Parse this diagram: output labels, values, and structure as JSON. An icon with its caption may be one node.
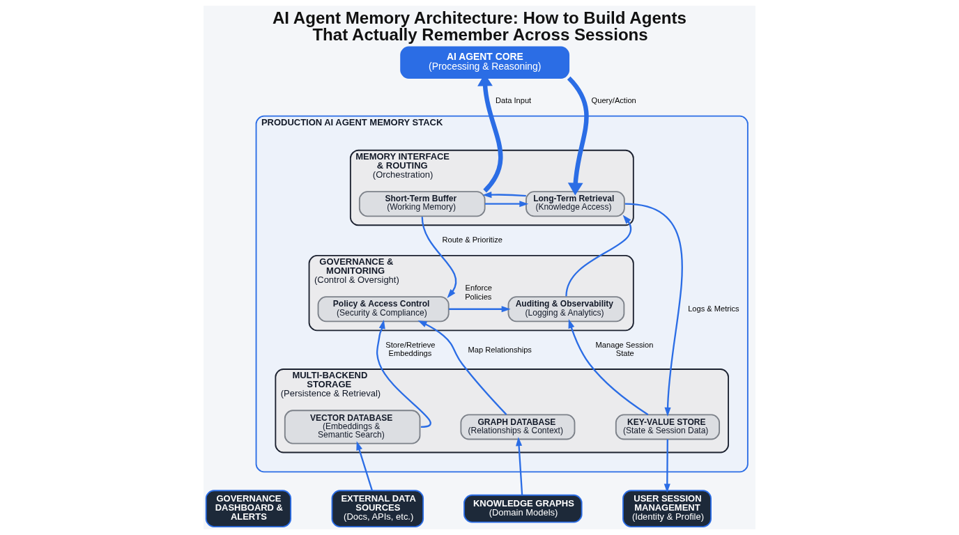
{
  "diagram": {
    "title": "AI Agent Memory Architecture: How to Build Agents That Actually Remember Across Sessions",
    "nodes": [
      {
        "text": [
          "AI AGENT CORE",
          "(Processing & Reasoning)"
        ]
      },
      {
        "text": [
          "PRODUCTION AI AGENT MEMORY STACK"
        ]
      },
      {
        "text": [
          "MEMORY INTERFACE & ROUTING",
          "(Orchestration)"
        ],
        "in": 1
      },
      {
        "text": [
          "Short-Term Buffer",
          "(Working Memory)"
        ],
        "in": 2
      },
      {
        "text": [
          "Long-Term Retrieval",
          "(Knowledge Access)"
        ],
        "in": 2
      },
      {
        "text": [
          "GOVERNANCE & MONITORING",
          "(Control & Oversight)"
        ],
        "in": 1
      },
      {
        "text": [
          "Policy & Access Control",
          "(Security & Compliance)"
        ],
        "in": 5
      },
      {
        "text": [
          "Auditing & Observability",
          "(Logging & Analytics)"
        ],
        "in": 5
      },
      {
        "text": [
          "MULTI-BACKEND STORAGE",
          "(Persistence & Retrieval)"
        ],
        "in": 1
      },
      {
        "text": [
          "VECTOR DATABASE",
          "(Embeddings & Semantic Search)"
        ],
        "in": 8
      },
      {
        "text": [
          "GRAPH DATABASE",
          "(Relationships & Context)"
        ],
        "in": 8
      },
      {
        "text": [
          "KEY-VALUE STORE",
          "(State & Session Data)"
        ],
        "in": 8
      },
      {
        "text": [
          "GOVERNANCE DASHBOARD & ALERTS"
        ]
      },
      {
        "text": [
          "EXTERNAL DATA SOURCES",
          "(Docs, APIs, etc.)"
        ]
      },
      {
        "text": [
          "KNOWLEDGE GRAPHS",
          "(Domain Models)"
        ]
      },
      {
        "text": [
          "USER SESSION MANAGEMENT",
          "(Identity & Profile)"
        ]
      }
    ],
    "edges": [
      {
        "from": 3,
        "to": 0,
        "arrow": "to",
        "label": "Data Input",
        "style": "thick"
      },
      {
        "from": 0,
        "to": 4,
        "arrow": "to",
        "label": "Query/Action",
        "style": "thick"
      },
      {
        "from": 3,
        "to": 4,
        "arrow": "to"
      },
      {
        "from": 4,
        "to": 3,
        "arrow": "to"
      },
      {
        "from": 3,
        "to": 6,
        "arrow": "to",
        "label": "Route & Prioritize"
      },
      {
        "from": 6,
        "to": 7,
        "arrow": "to",
        "label": "Enforce Policies"
      },
      {
        "from": 9,
        "to": 6,
        "arrow": "to",
        "label": "Store/Retrieve Embeddings"
      },
      {
        "from": 10,
        "to": 6,
        "arrow": "to",
        "label": "Map Relationships"
      },
      {
        "from": 11,
        "to": 7,
        "arrow": "to",
        "label": "Manage Session State"
      },
      {
        "from": 7,
        "to": 4,
        "arrow": "to"
      },
      {
        "from": 4,
        "to": 11,
        "arrow": "to",
        "label": "Logs & Metrics"
      },
      {
        "from": 13,
        "to": 9,
        "arrow": "to"
      },
      {
        "from": 14,
        "to": 10,
        "arrow": "to"
      },
      {
        "from": 11,
        "to": 15,
        "arrow": "to"
      }
    ]
  }
}
